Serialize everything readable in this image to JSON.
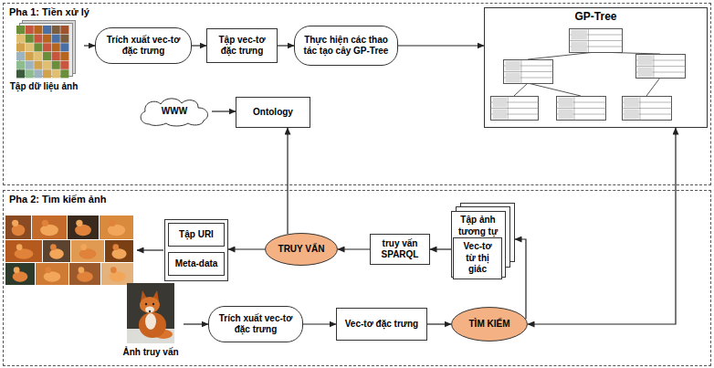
{
  "diagram": {
    "nodes": [
      {
        "text": [
          "Pha 1: Tiền xử lý"
        ]
      },
      {
        "text": [
          "Tập dữ liệu ảnh"
        ],
        "in": 0
      },
      {
        "text": [
          "Trích xuất vec-tơ đặc trưng"
        ],
        "in": 0
      },
      {
        "text": [
          "Tập vec-tơ đặc trưng"
        ],
        "in": 0
      },
      {
        "text": [
          "Thực hiện các thao tác tạo cây GP-Tree"
        ],
        "in": 0
      },
      {
        "text": [
          "GP-Tree"
        ],
        "in": 0
      },
      {
        "text": [
          "WWW"
        ],
        "in": 0
      },
      {
        "text": [
          "Ontology"
        ],
        "in": 0
      },
      {
        "text": [
          "Pha 2: Tìm kiếm ảnh"
        ]
      },
      {
        "text": [],
        "in": 8
      },
      {
        "text": [
          "Tập URI"
        ],
        "in": 9
      },
      {
        "text": [
          "Meta-data"
        ],
        "in": 9
      },
      {
        "text": [
          "TRUY VẤN"
        ],
        "in": 8
      },
      {
        "text": [
          "truy vấn SPARQL"
        ],
        "in": 8
      },
      {
        "text": [
          "Tập ảnh tương tự"
        ],
        "in": 8
      },
      {
        "text": [
          "Vec-tơ từ thị giác"
        ],
        "in": 14
      },
      {
        "text": [
          "Ảnh truy vấn"
        ],
        "in": 8
      },
      {
        "text": [
          "Trích xuất vec-tơ đặc trưng"
        ],
        "in": 8
      },
      {
        "text": [
          "Vec-tơ đặc trưng"
        ],
        "in": 8
      },
      {
        "text": [
          "TÌM KIẾM"
        ],
        "in": 8
      }
    ],
    "edges": [
      {
        "from": 1,
        "to": 2,
        "arrow": "to"
      },
      {
        "from": 2,
        "to": 3,
        "arrow": "to"
      },
      {
        "from": 3,
        "to": 4,
        "arrow": "to"
      },
      {
        "from": 4,
        "to": 5,
        "arrow": "to"
      },
      {
        "from": 6,
        "to": 7,
        "arrow": "to"
      },
      {
        "from": 16,
        "to": 17,
        "arrow": "to"
      },
      {
        "from": 17,
        "to": 18,
        "arrow": "to"
      },
      {
        "from": 18,
        "to": 19,
        "arrow": "to"
      },
      {
        "from": 19,
        "to": 14,
        "arrow": "to"
      },
      {
        "from": 19,
        "to": 5,
        "arrow": "both"
      },
      {
        "from": 14,
        "to": 13,
        "arrow": "to"
      },
      {
        "from": 13,
        "to": 12,
        "arrow": "to"
      },
      {
        "from": 12,
        "to": 7,
        "arrow": "to"
      },
      {
        "from": 12,
        "to": 9,
        "arrow": "to"
      }
    ]
  }
}
